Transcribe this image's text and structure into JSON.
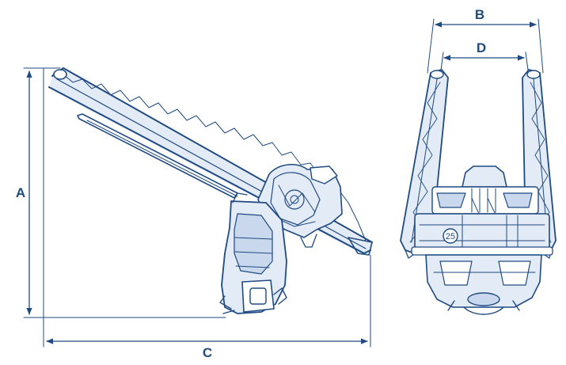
{
  "dimensions": {
    "a": "A",
    "b": "B",
    "c": "C",
    "d": "D"
  },
  "figure": {
    "badge_number": "25"
  },
  "colors": {
    "ink": "#1f4a82",
    "fill": "#e3ebf6",
    "background": "#ffffff"
  }
}
